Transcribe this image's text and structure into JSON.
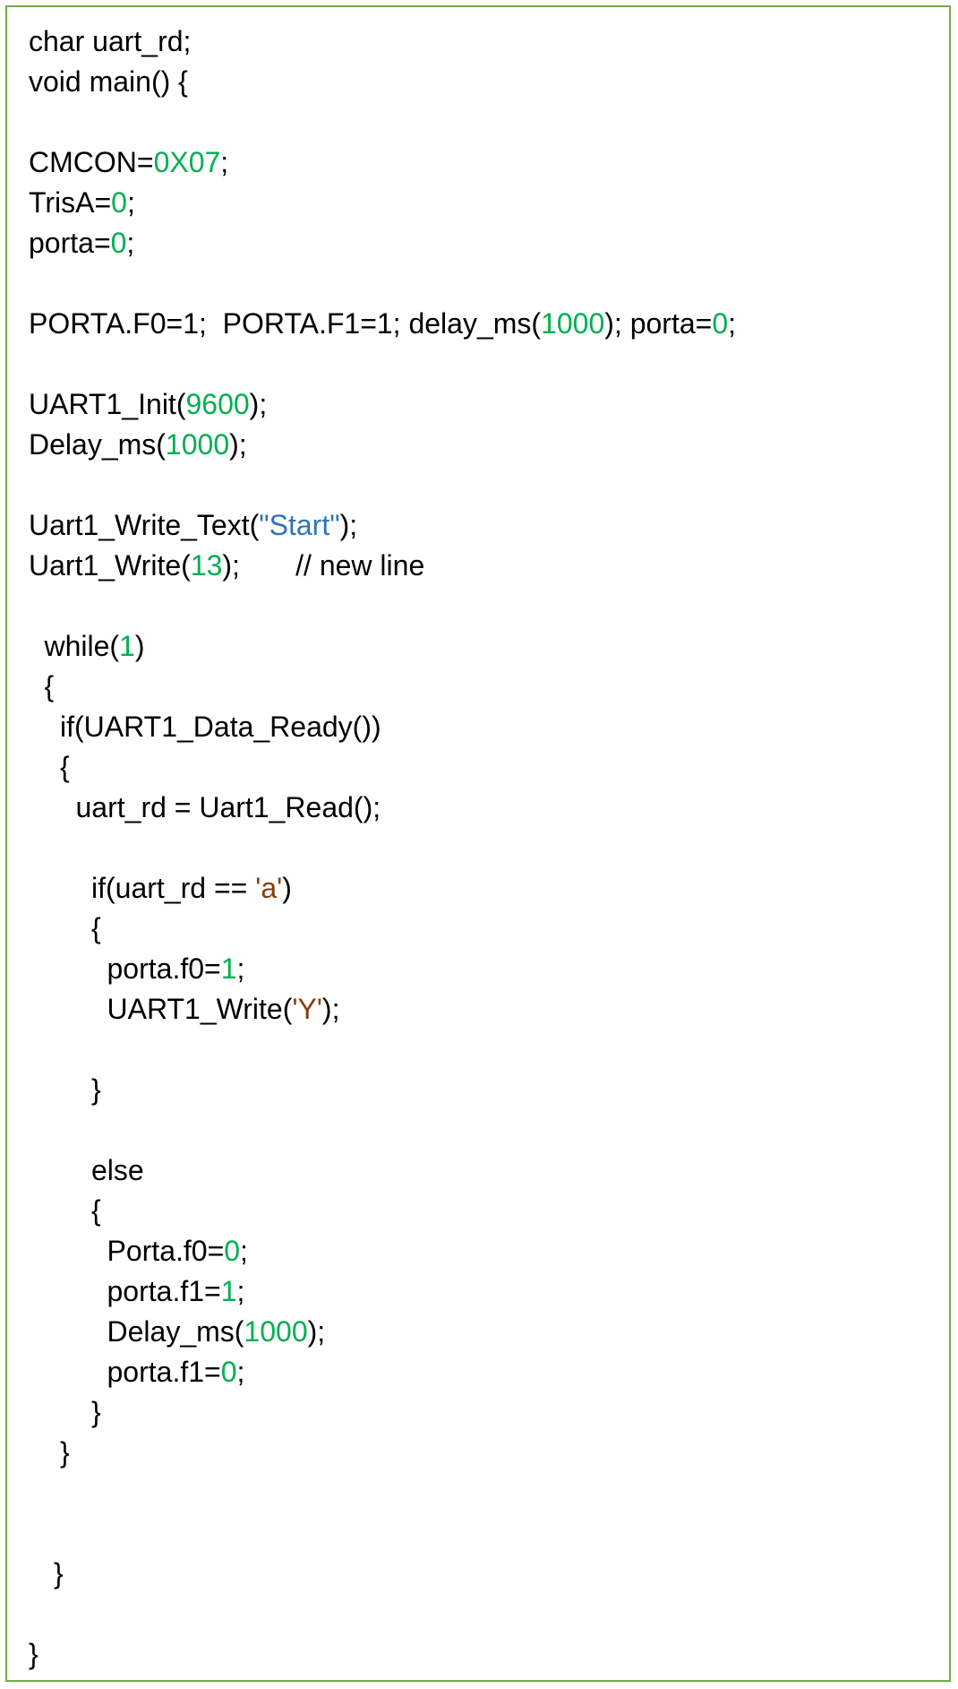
{
  "colors": {
    "border": "#70ad47",
    "plain": "#000000",
    "number": "#00b050",
    "string": "#2e75b6",
    "char": "#843c0c"
  },
  "code_lines": [
    {
      "indent": 0,
      "tokens": [
        {
          "t": "char uart_rd;",
          "k": "plain"
        }
      ]
    },
    {
      "indent": 0,
      "tokens": [
        {
          "t": "void main() {",
          "k": "plain"
        }
      ]
    },
    {
      "indent": 0,
      "tokens": []
    },
    {
      "indent": 0,
      "tokens": [
        {
          "t": "CMCON=",
          "k": "plain"
        },
        {
          "t": "0X07",
          "k": "num"
        },
        {
          "t": ";",
          "k": "plain"
        }
      ]
    },
    {
      "indent": 0,
      "tokens": [
        {
          "t": "TrisA=",
          "k": "plain"
        },
        {
          "t": "0",
          "k": "num"
        },
        {
          "t": ";",
          "k": "plain"
        }
      ]
    },
    {
      "indent": 0,
      "tokens": [
        {
          "t": "porta=",
          "k": "plain"
        },
        {
          "t": "0",
          "k": "num"
        },
        {
          "t": ";",
          "k": "plain"
        }
      ]
    },
    {
      "indent": 0,
      "tokens": []
    },
    {
      "indent": 0,
      "tokens": [
        {
          "t": "PORTA.F0=1;  PORTA.F1=1; delay_ms(",
          "k": "plain"
        },
        {
          "t": "1000",
          "k": "num"
        },
        {
          "t": "); porta=",
          "k": "plain"
        },
        {
          "t": "0",
          "k": "num"
        },
        {
          "t": ";",
          "k": "plain"
        }
      ]
    },
    {
      "indent": 0,
      "tokens": []
    },
    {
      "indent": 0,
      "tokens": [
        {
          "t": "UART1_Init(",
          "k": "plain"
        },
        {
          "t": "9600",
          "k": "num"
        },
        {
          "t": ");",
          "k": "plain"
        }
      ]
    },
    {
      "indent": 0,
      "tokens": [
        {
          "t": "Delay_ms(",
          "k": "plain"
        },
        {
          "t": "1000",
          "k": "num"
        },
        {
          "t": ");",
          "k": "plain"
        }
      ]
    },
    {
      "indent": 0,
      "tokens": []
    },
    {
      "indent": 0,
      "tokens": [
        {
          "t": "Uart1_Write_Text(",
          "k": "plain"
        },
        {
          "t": "\"Start\"",
          "k": "str"
        },
        {
          "t": ");",
          "k": "plain"
        }
      ]
    },
    {
      "indent": 0,
      "tokens": [
        {
          "t": "Uart1_Write(",
          "k": "plain"
        },
        {
          "t": "13",
          "k": "num"
        },
        {
          "t": ");       // new line",
          "k": "plain"
        }
      ]
    },
    {
      "indent": 0,
      "tokens": []
    },
    {
      "indent": 1,
      "tokens": [
        {
          "t": "while(",
          "k": "plain"
        },
        {
          "t": "1",
          "k": "num"
        },
        {
          "t": ")",
          "k": "plain"
        }
      ]
    },
    {
      "indent": 1,
      "tokens": [
        {
          "t": "{",
          "k": "plain"
        }
      ]
    },
    {
      "indent": 2,
      "tokens": [
        {
          "t": "if(UART1_Data_Ready())",
          "k": "plain"
        }
      ]
    },
    {
      "indent": 2,
      "tokens": [
        {
          "t": "{",
          "k": "plain"
        }
      ]
    },
    {
      "indent": 3,
      "tokens": [
        {
          "t": "uart_rd = Uart1_Read();",
          "k": "plain"
        }
      ]
    },
    {
      "indent": 0,
      "tokens": []
    },
    {
      "indent": 4,
      "tokens": [
        {
          "t": "if(uart_rd == ",
          "k": "plain"
        },
        {
          "t": "'a'",
          "k": "chr"
        },
        {
          "t": ")",
          "k": "plain"
        }
      ]
    },
    {
      "indent": 4,
      "tokens": [
        {
          "t": "{",
          "k": "plain"
        }
      ]
    },
    {
      "indent": 5,
      "tokens": [
        {
          "t": "porta.f0=",
          "k": "plain"
        },
        {
          "t": "1",
          "k": "num"
        },
        {
          "t": ";",
          "k": "plain"
        }
      ]
    },
    {
      "indent": 5,
      "tokens": [
        {
          "t": "UART1_Write(",
          "k": "plain"
        },
        {
          "t": "'Y'",
          "k": "chr"
        },
        {
          "t": ");",
          "k": "plain"
        }
      ]
    },
    {
      "indent": 0,
      "tokens": []
    },
    {
      "indent": 4,
      "tokens": [
        {
          "t": "}",
          "k": "plain"
        }
      ]
    },
    {
      "indent": 0,
      "tokens": []
    },
    {
      "indent": 4,
      "tokens": [
        {
          "t": "else",
          "k": "plain"
        }
      ]
    },
    {
      "indent": 4,
      "tokens": [
        {
          "t": "{",
          "k": "plain"
        }
      ]
    },
    {
      "indent": 5,
      "tokens": [
        {
          "t": "Porta.f0=",
          "k": "plain"
        },
        {
          "t": "0",
          "k": "num"
        },
        {
          "t": ";",
          "k": "plain"
        }
      ]
    },
    {
      "indent": 5,
      "tokens": [
        {
          "t": "porta.f1=",
          "k": "plain"
        },
        {
          "t": "1",
          "k": "num"
        },
        {
          "t": ";",
          "k": "plain"
        }
      ]
    },
    {
      "indent": 5,
      "tokens": [
        {
          "t": "Delay_ms(",
          "k": "plain"
        },
        {
          "t": "1000",
          "k": "num"
        },
        {
          "t": ");",
          "k": "plain"
        }
      ]
    },
    {
      "indent": 5,
      "tokens": [
        {
          "t": "porta.f1=",
          "k": "plain"
        },
        {
          "t": "0",
          "k": "num"
        },
        {
          "t": ";",
          "k": "plain"
        }
      ]
    },
    {
      "indent": 4,
      "tokens": [
        {
          "t": "}",
          "k": "plain"
        }
      ]
    },
    {
      "indent": 2,
      "tokens": [
        {
          "t": "}",
          "k": "plain"
        }
      ]
    },
    {
      "indent": 0,
      "tokens": []
    },
    {
      "indent": 0,
      "tokens": []
    },
    {
      "indent": 1.6,
      "tokens": [
        {
          "t": "}",
          "k": "plain"
        }
      ]
    },
    {
      "indent": 0,
      "tokens": []
    },
    {
      "indent": 0,
      "tokens": [
        {
          "t": "}",
          "k": "plain"
        }
      ]
    }
  ]
}
